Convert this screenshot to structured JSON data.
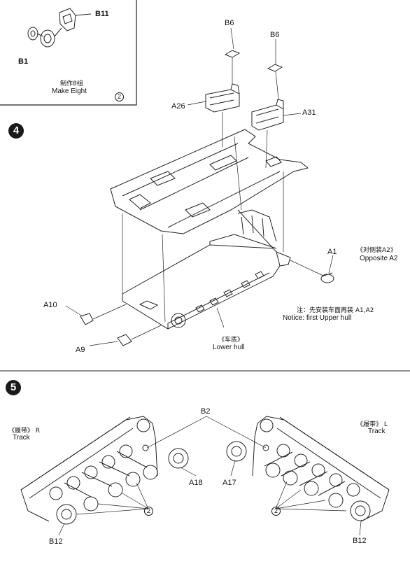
{
  "subassembly": {
    "parts": {
      "b11": "B11",
      "b1": "B1"
    },
    "note_cn": "制作8组",
    "note_en": "Make Eight",
    "count_marker": "2"
  },
  "step4": {
    "number": "4",
    "parts": {
      "b6_left": "B6",
      "b6_right": "B6",
      "a26": "A26",
      "a31": "A31",
      "a1": "A1",
      "a10": "A10",
      "a9": "A9"
    },
    "opposite_cn": "《对侧装A2》",
    "opposite_en": "Opposite A2",
    "notice_cn": "注：先安装车面再装 A1,A2",
    "notice_en": "Notice: first Upper hull",
    "lower_hull_cn": "《车底》",
    "lower_hull_en": "Lower hull"
  },
  "step5": {
    "number": "5",
    "track_r_cn": "《履带》 R",
    "track_r_en": "Track",
    "track_l_cn": "《履带》 L",
    "track_l_en": "Track",
    "parts": {
      "b2": "B2",
      "a18": "A18",
      "a17": "A17",
      "b12_left": "B12",
      "b12_right": "B12"
    },
    "count_left": "2",
    "count_right": "2"
  },
  "colors": {
    "line": "#222222",
    "paper": "#ffffff",
    "step_badge": "#1a1a1a"
  }
}
